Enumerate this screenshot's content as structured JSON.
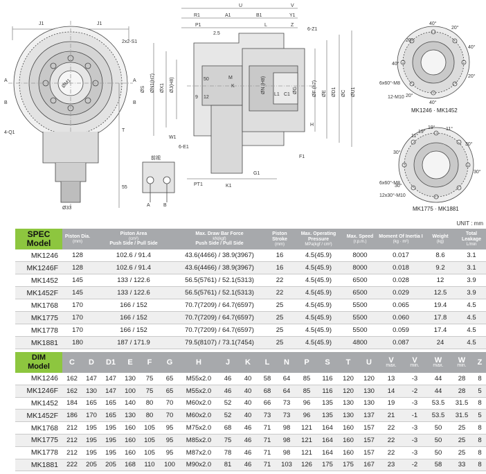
{
  "unit_label": "UNIT : mm",
  "drawing": {
    "front_labels": [
      "J1",
      "J1",
      "2x2-S1",
      "ØM1",
      "A",
      "B",
      "A",
      "B",
      "4-Q1",
      "T",
      "55",
      "Ø33"
    ],
    "section_labels": [
      "V",
      "U",
      "R1",
      "A1",
      "B1",
      "Y1",
      "P1",
      "L",
      "Z",
      "2.5",
      "6-Z1",
      "ØS",
      "ØN1(H7)",
      "ØX1",
      "ØJ(H8)",
      "W1",
      "6-E1",
      "50",
      "9",
      "12",
      "M",
      "K",
      "ØN (H8)",
      "L1",
      "C1",
      "ØG",
      "ØF (h7)",
      "ØE",
      "ØD1",
      "ØC",
      "ØU1",
      "H",
      "F1",
      "G1",
      "PT1",
      "K1"
    ],
    "detail_labels": [
      "前视",
      "A",
      "B"
    ],
    "flange1_labels": [
      "40°",
      "20°",
      "40°",
      "20°",
      "40°",
      "20°",
      "40°",
      "20°",
      "6x60°-M8",
      "12-M10"
    ],
    "flange1_caption": "MK1246 · MK1452",
    "flange2_labels": [
      "19°",
      "11°",
      "30°",
      "30°",
      "30°",
      "30°",
      "19°",
      "11°",
      "6x60°-M8",
      "12x30°-M10"
    ],
    "flange2_caption": "MK1775 · MK1881"
  },
  "spec": {
    "title_line1": "SPEC",
    "title_line2": "Model",
    "headers": [
      {
        "main": "Piston Dia.",
        "sub": "(mm)"
      },
      {
        "main": "Piston Area",
        "sub1": "(cm²)",
        "main2": "Push Side / Pull Side"
      },
      {
        "main": "Max. Draw Bar Force",
        "sub1": "kN(kgf)",
        "main2": "Push Side / Pull Side"
      },
      {
        "main": "Piston Stroke",
        "sub": "(mm)"
      },
      {
        "main": "Max. Operating Pressure",
        "sub": "MPa(kgf / cm²)"
      },
      {
        "main": "Max. Speed",
        "sub": "(r.p.m.)"
      },
      {
        "main": "Moment Of Inertia I",
        "sub": "(kg · m²)"
      },
      {
        "main": "Weight",
        "sub": "(kg)"
      },
      {
        "main": "Total Leakage",
        "sub": "L/min"
      }
    ],
    "rows": [
      {
        "model": "MK1246",
        "dia": "128",
        "area": "102.6 / 91.4",
        "force": "43.6(4466) / 38.9(3967)",
        "stroke": "16",
        "pressure": "4.5(45.9)",
        "speed": "8000",
        "inertia": "0.017",
        "weight": "8.6",
        "leak": "3.1"
      },
      {
        "model": "MK1246F",
        "dia": "128",
        "area": "102.6 / 91.4",
        "force": "43.6(4466) / 38.9(3967)",
        "stroke": "16",
        "pressure": "4.5(45.9)",
        "speed": "8000",
        "inertia": "0.018",
        "weight": "9.2",
        "leak": "3.1"
      },
      {
        "model": "MK1452",
        "dia": "145",
        "area": "133 / 122.6",
        "force": "56.5(5761) / 52.1(5313)",
        "stroke": "22",
        "pressure": "4.5(45.9)",
        "speed": "6500",
        "inertia": "0.028",
        "weight": "12",
        "leak": "3.9"
      },
      {
        "model": "MK1452F",
        "dia": "145",
        "area": "133 / 122.6",
        "force": "56.5(5761) / 52.1(5313)",
        "stroke": "22",
        "pressure": "4.5(45.9)",
        "speed": "6500",
        "inertia": "0.029",
        "weight": "12.5",
        "leak": "3.9"
      },
      {
        "model": "MK1768",
        "dia": "170",
        "area": "166 / 152",
        "force": "70.7(7209) / 64.7(6597)",
        "stroke": "25",
        "pressure": "4.5(45.9)",
        "speed": "5500",
        "inertia": "0.065",
        "weight": "19.4",
        "leak": "4.5"
      },
      {
        "model": "MK1775",
        "dia": "170",
        "area": "166 / 152",
        "force": "70.7(7209) / 64.7(6597)",
        "stroke": "25",
        "pressure": "4.5(45.9)",
        "speed": "5500",
        "inertia": "0.060",
        "weight": "17.8",
        "leak": "4.5"
      },
      {
        "model": "MK1778",
        "dia": "170",
        "area": "166 / 152",
        "force": "70.7(7209) / 64.7(6597)",
        "stroke": "25",
        "pressure": "4.5(45.9)",
        "speed": "5500",
        "inertia": "0.059",
        "weight": "17.4",
        "leak": "4.5"
      },
      {
        "model": "MK1881",
        "dia": "180",
        "area": "187 / 171.9",
        "force": "79.5(8107) / 73.1(7454)",
        "stroke": "25",
        "pressure": "4.5(45.9)",
        "speed": "4800",
        "inertia": "0.087",
        "weight": "24",
        "leak": "4.5"
      }
    ]
  },
  "dim": {
    "title_line1": "DIM",
    "title_line2": "Model",
    "headers": [
      {
        "main": "C",
        "sub": ""
      },
      {
        "main": "D",
        "sub": ""
      },
      {
        "main": "D1",
        "sub": ""
      },
      {
        "main": "E",
        "sub": ""
      },
      {
        "main": "F",
        "sub": ""
      },
      {
        "main": "G",
        "sub": ""
      },
      {
        "main": "H",
        "sub": ""
      },
      {
        "main": "J",
        "sub": ""
      },
      {
        "main": "K",
        "sub": ""
      },
      {
        "main": "L",
        "sub": ""
      },
      {
        "main": "N",
        "sub": ""
      },
      {
        "main": "P",
        "sub": ""
      },
      {
        "main": "S",
        "sub": ""
      },
      {
        "main": "T",
        "sub": ""
      },
      {
        "main": "U",
        "sub": ""
      },
      {
        "main": "V",
        "sub": "max."
      },
      {
        "main": "V",
        "sub": "min."
      },
      {
        "main": "W",
        "sub": "max."
      },
      {
        "main": "W",
        "sub": "min."
      },
      {
        "main": "Z",
        "sub": ""
      }
    ],
    "rows": [
      {
        "model": "MK1246",
        "cells": [
          "162",
          "147",
          "147",
          "130",
          "75",
          "65",
          "M55x2.0",
          "46",
          "40",
          "58",
          "64",
          "85",
          "116",
          "120",
          "120",
          "13",
          "-3",
          "44",
          "28",
          "8"
        ]
      },
      {
        "model": "MK1246F",
        "cells": [
          "162",
          "130",
          "147",
          "100",
          "75",
          "65",
          "M55x2.0",
          "46",
          "40",
          "68",
          "64",
          "85",
          "116",
          "120",
          "130",
          "14",
          "-2",
          "44",
          "28",
          "5"
        ]
      },
      {
        "model": "MK1452",
        "cells": [
          "184",
          "165",
          "165",
          "140",
          "80",
          "70",
          "M60x2.0",
          "52",
          "40",
          "66",
          "73",
          "96",
          "135",
          "130",
          "130",
          "19",
          "-3",
          "53.5",
          "31.5",
          "8"
        ]
      },
      {
        "model": "MK1452F",
        "cells": [
          "186",
          "170",
          "165",
          "130",
          "80",
          "70",
          "M60x2.0",
          "52",
          "40",
          "73",
          "73",
          "96",
          "135",
          "130",
          "137",
          "21",
          "-1",
          "53.5",
          "31.5",
          "5"
        ]
      },
      {
        "model": "MK1768",
        "cells": [
          "212",
          "195",
          "195",
          "160",
          "105",
          "95",
          "M75x2.0",
          "68",
          "46",
          "71",
          "98",
          "121",
          "164",
          "160",
          "157",
          "22",
          "-3",
          "50",
          "25",
          "8"
        ]
      },
      {
        "model": "MK1775",
        "cells": [
          "212",
          "195",
          "195",
          "160",
          "105",
          "95",
          "M85x2.0",
          "75",
          "46",
          "71",
          "98",
          "121",
          "164",
          "160",
          "157",
          "22",
          "-3",
          "50",
          "25",
          "8"
        ]
      },
      {
        "model": "MK1778",
        "cells": [
          "212",
          "195",
          "195",
          "160",
          "105",
          "95",
          "M87x2.0",
          "78",
          "46",
          "71",
          "98",
          "121",
          "164",
          "160",
          "157",
          "22",
          "-3",
          "50",
          "25",
          "8"
        ]
      },
      {
        "model": "MK1881",
        "cells": [
          "222",
          "205",
          "205",
          "168",
          "110",
          "100",
          "M90x2.0",
          "81",
          "46",
          "71",
          "103",
          "126",
          "175",
          "175",
          "167",
          "23",
          "-2",
          "58",
          "33",
          "8"
        ]
      }
    ]
  }
}
